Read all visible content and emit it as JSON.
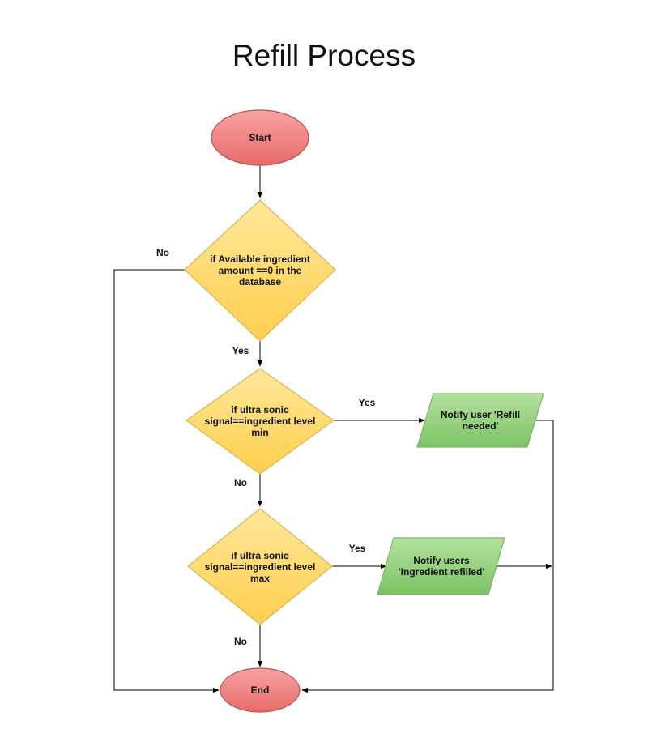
{
  "title": "Refill Process",
  "nodes": {
    "start": {
      "label": [
        "Start"
      ]
    },
    "check_db": {
      "label": [
        "if Available ingredient",
        "amount ==0 in the",
        "database"
      ]
    },
    "check_min": {
      "label": [
        "if ultra sonic",
        "signal==ingredient level",
        "min"
      ]
    },
    "check_max": {
      "label": [
        "if ultra sonic",
        "signal==ingredient level",
        "max"
      ]
    },
    "notify_refill": {
      "label": [
        "Notify user 'Refill",
        "needed'"
      ]
    },
    "notify_refilled": {
      "label": [
        "Notify users",
        "'Ingredient refilled'"
      ]
    },
    "end": {
      "label": [
        "End"
      ]
    }
  },
  "edges": {
    "db_no": "No",
    "db_yes": "Yes",
    "min_yes": "Yes",
    "min_no": "No",
    "max_yes": "Yes",
    "max_no": "No"
  },
  "colors": {
    "terminal_fill": "#f07b7b",
    "terminal_stroke": "#b85450",
    "decision_fill": "#ffd966",
    "decision_stroke": "#d6b656",
    "io_fill": "#8fd07a",
    "io_stroke": "#82b366",
    "edge": "#000000"
  }
}
